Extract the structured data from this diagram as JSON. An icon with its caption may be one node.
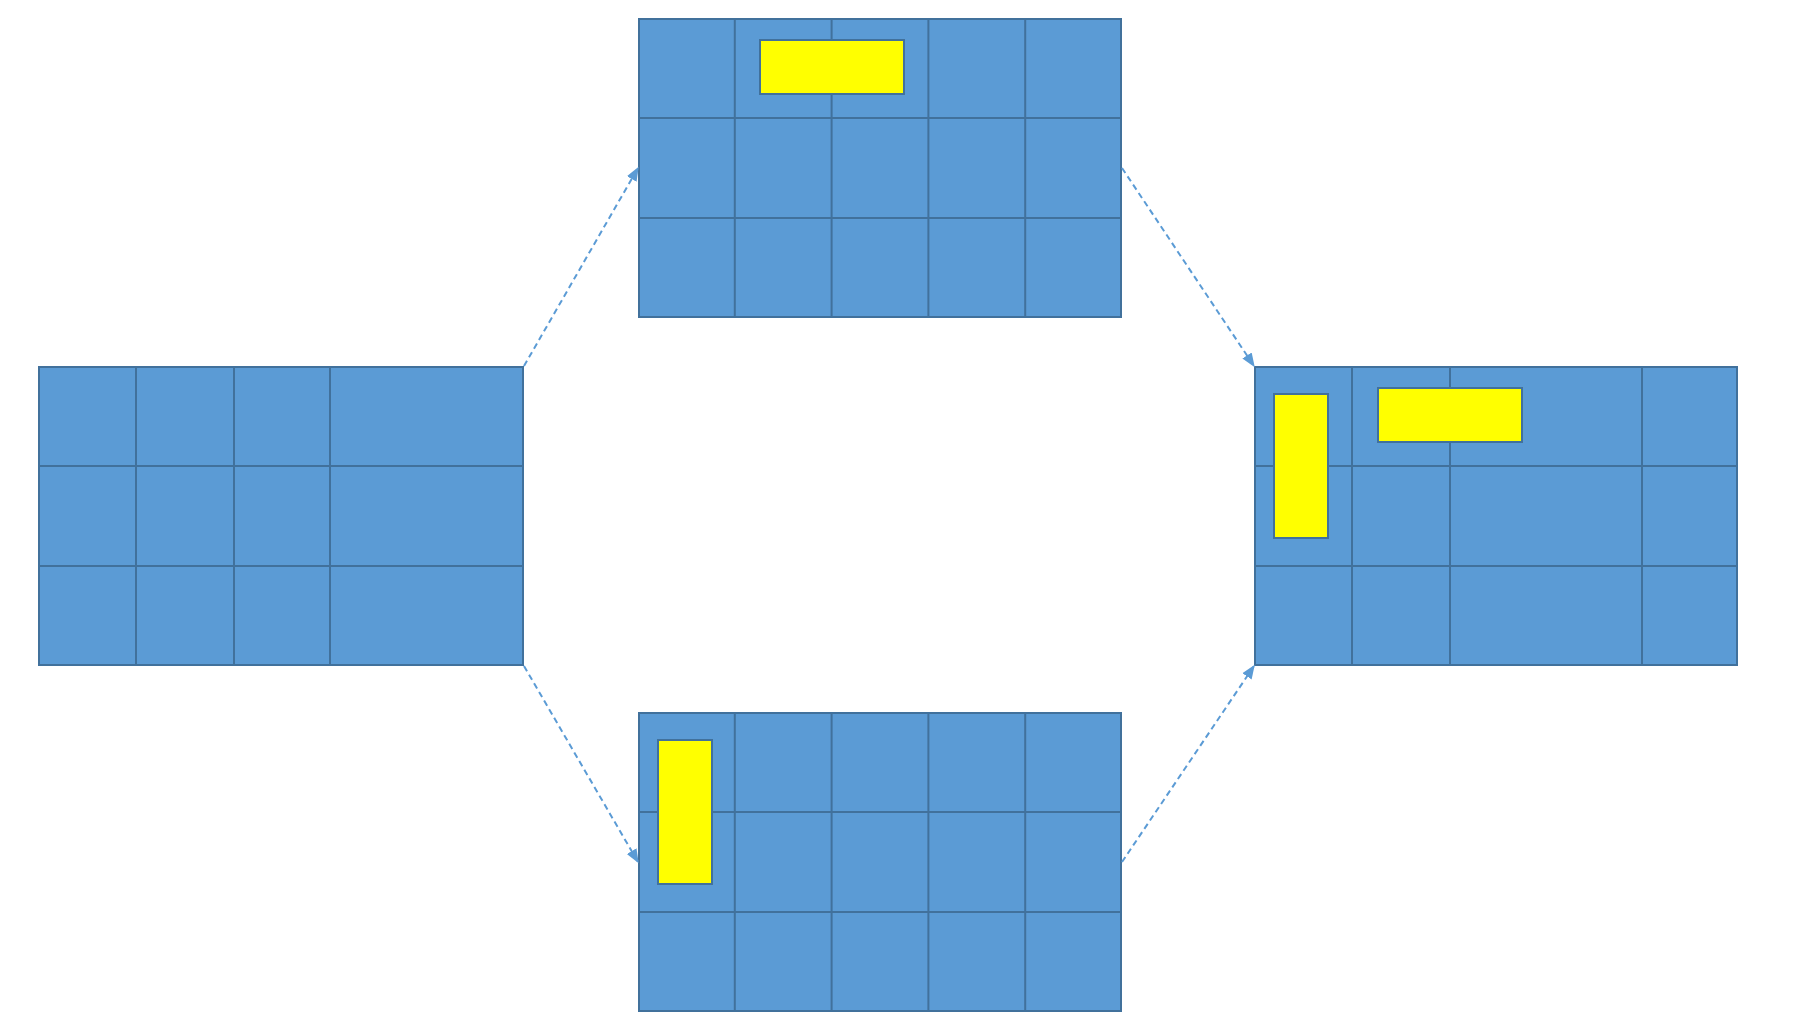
{
  "diagram": {
    "nodes": [
      {
        "text": [],
        "shape": "grid"
      },
      {
        "text": [],
        "shape": "grid"
      },
      {
        "text": [],
        "shape": "grid"
      },
      {
        "text": [],
        "shape": "grid"
      }
    ],
    "edges": [
      {
        "from": 0,
        "to": 1,
        "arrow": "to",
        "style": "dashed"
      },
      {
        "from": 0,
        "to": 2,
        "arrow": "to",
        "style": "dashed"
      },
      {
        "from": 1,
        "to": 3,
        "arrow": "to",
        "style": "dashed"
      },
      {
        "from": 2,
        "to": 3,
        "arrow": "to",
        "style": "dashed"
      }
    ]
  }
}
